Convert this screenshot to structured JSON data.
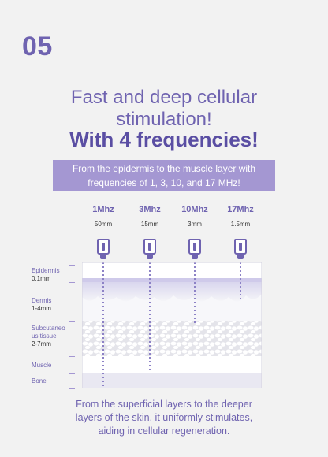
{
  "section_number": "05",
  "headline": {
    "line1": "Fast and deep cellular",
    "line2": "stimulation!",
    "line3": "With 4 frequencies!"
  },
  "banner": {
    "line1": "From the epidermis to the muscle layer with",
    "line2": "frequencies of 1, 3, 10, and 17 MHz!"
  },
  "frequencies": [
    {
      "freq": "1Mhz",
      "depth": "50mm"
    },
    {
      "freq": "3Mhz",
      "depth": "15mm"
    },
    {
      "freq": "10Mhz",
      "depth": "3mm"
    },
    {
      "freq": "17Mhz",
      "depth": "1.5mm"
    }
  ],
  "layers": [
    {
      "name": "Epidermis",
      "depth": "0.1mm"
    },
    {
      "name": "Dermis",
      "depth": "1-4mm"
    },
    {
      "name_line1": "Subcutaneo",
      "name_line2": "us tissue",
      "depth": "2-7mm"
    },
    {
      "name": "Muscle"
    },
    {
      "name": "Bone"
    }
  ],
  "footer": {
    "line1": "From the superficial layers to the deeper",
    "line2": "layers of the skin, it uniformly stimulates,",
    "line3": "aiding in cellular regeneration."
  },
  "colors": {
    "accent": "#6f63b0",
    "banner": "#a497d2",
    "background": "#f2f2f2"
  }
}
